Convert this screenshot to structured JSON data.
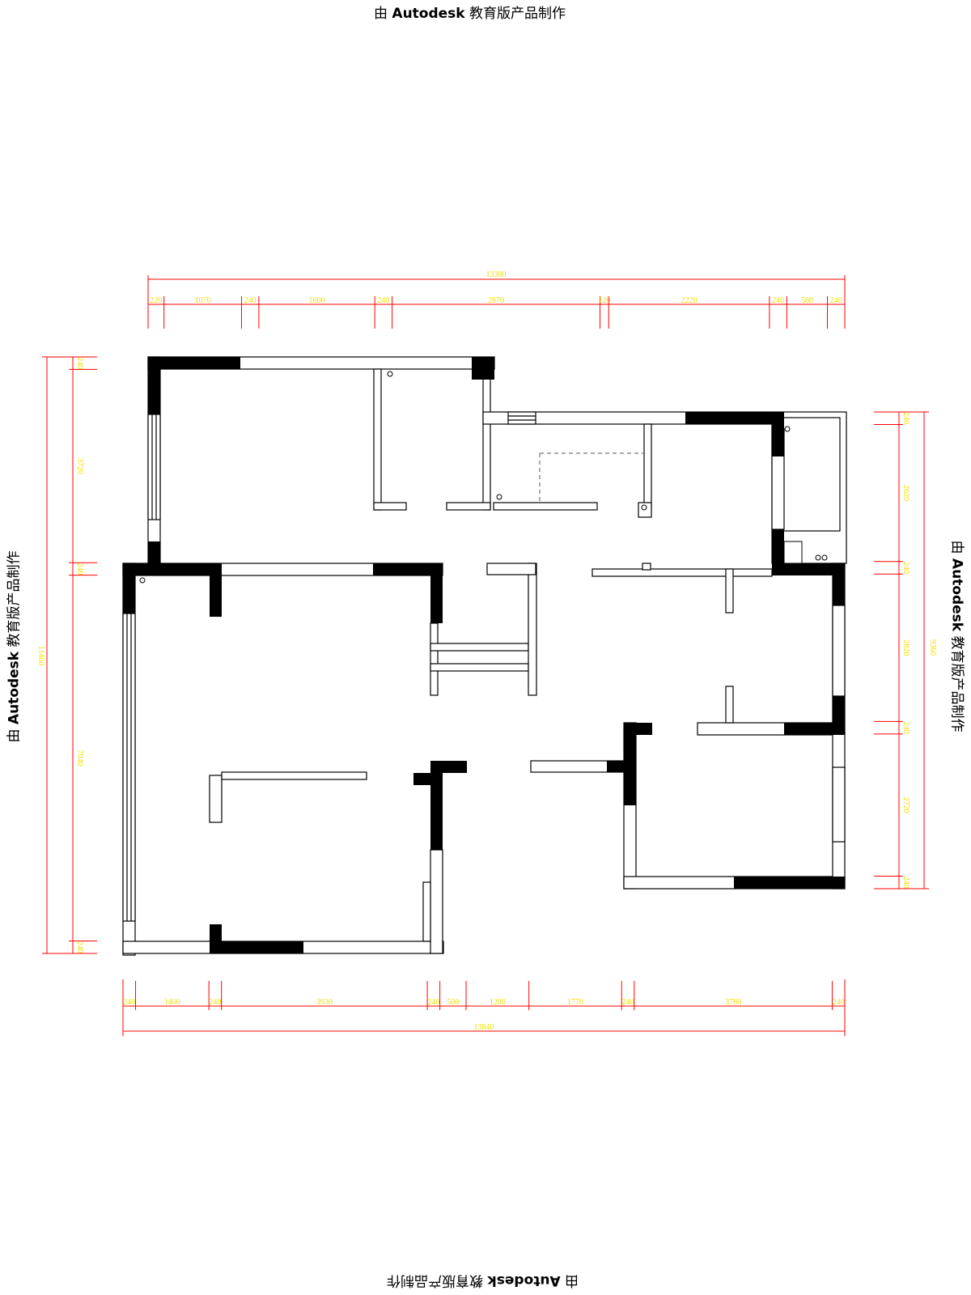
{
  "watermark": {
    "prefix": "由",
    "brand": "Autodesk",
    "suffix": "教育版产品制作"
  },
  "colors": {
    "dimension_line": "#ff0000",
    "dimension_text": "#f0e000",
    "wall_fill": "#000000",
    "wall_outline": "#000000",
    "background": "#ffffff"
  },
  "dimensions": {
    "top_total": "13380",
    "top_segments": [
      "220",
      "1070",
      "240",
      "1600",
      "240",
      "2870",
      "120",
      "2220",
      "240",
      "560",
      "240"
    ],
    "bottom_total": "13840",
    "bottom_segments": [
      "240",
      "1400",
      "240",
      "3930",
      "240",
      "500",
      "1200",
      "1770",
      "240",
      "3780",
      "240"
    ],
    "left_total": "11460",
    "left_segments": [
      "240",
      "3720",
      "240",
      "7040",
      "240"
    ],
    "right_total": "9360",
    "right_segments": [
      "240",
      "2620",
      "240",
      "2820",
      "240",
      "2720",
      "240"
    ]
  },
  "fixtures": {
    "circle_marker": "circle-fixture"
  }
}
